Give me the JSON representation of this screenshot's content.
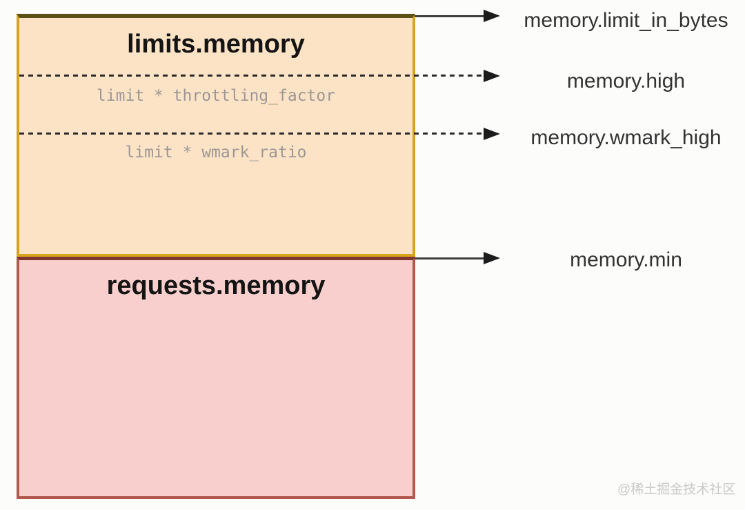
{
  "colors": {
    "limits_fill": "#fce3c5",
    "limits_border": "#d7a41d",
    "limits_border_top": "#5e5115",
    "requests_fill": "#f8cfcc",
    "requests_border": "#b1594c",
    "requests_border_top": "#7e372e",
    "arrow_line": "#3d3d3d",
    "arrow_head": "#1c1c1c",
    "dash": "#2a2a2a",
    "title": "#141414",
    "inner_label": "#9c9796",
    "ref_label": "#333333",
    "watermark": "#c9c9c9",
    "page_bg": "#fcfcfb"
  },
  "limits_box": {
    "title": "limits.memory",
    "inner_labels": [
      "limit * throttling_factor",
      "limit * wmark_ratio"
    ]
  },
  "requests_box": {
    "title": "requests.memory"
  },
  "arrows": [
    {
      "style": "solid",
      "label": "memory.limit_in_bytes"
    },
    {
      "style": "dashed",
      "label": "memory.high"
    },
    {
      "style": "dashed",
      "label": "memory.wmark_high"
    },
    {
      "style": "solid",
      "label": "memory.min"
    }
  ],
  "watermark": "@稀土掘金技术社区"
}
